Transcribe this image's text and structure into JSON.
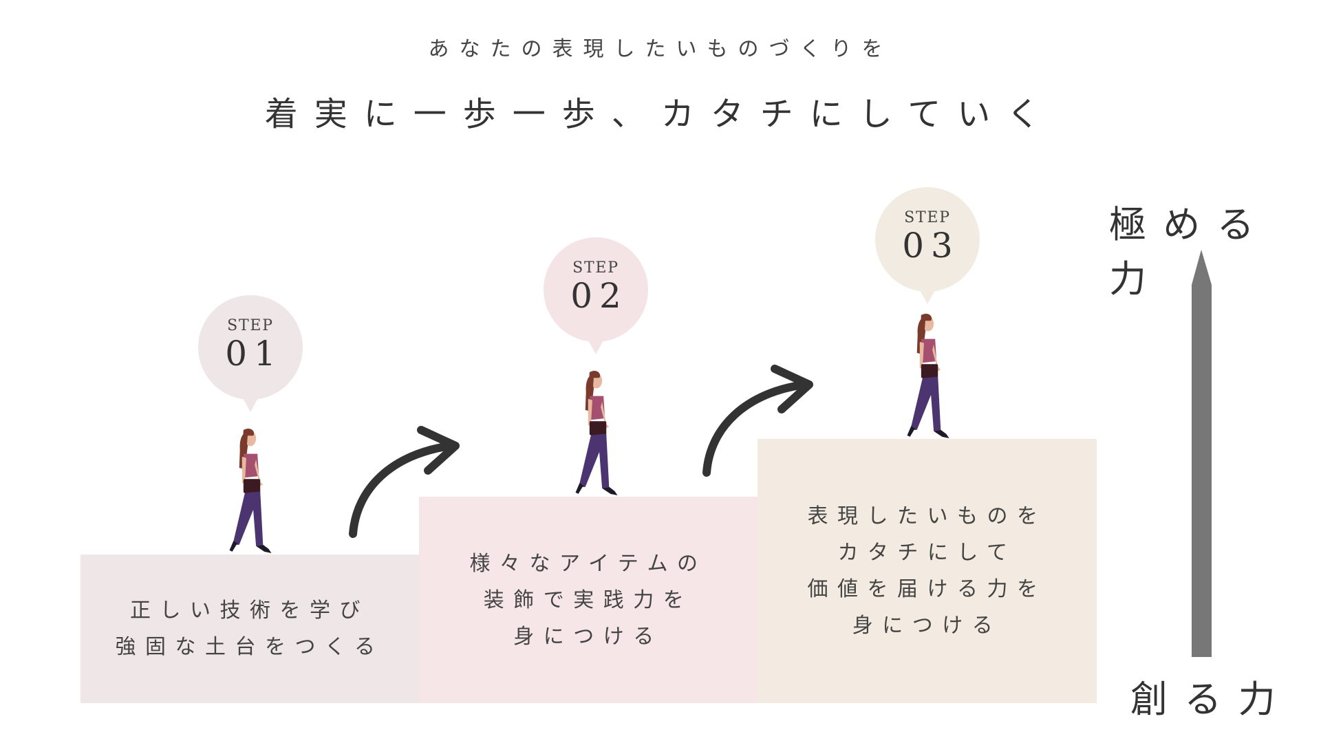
{
  "header": {
    "subtitle": "あなたの表現したいものづくりを",
    "title": "着実に一歩一歩、カタチにしていく"
  },
  "steps": [
    {
      "label": "STEP",
      "number": "01",
      "text": "正しい技術を学び\n強固な土台をつくる",
      "color": "#efe6e8"
    },
    {
      "label": "STEP",
      "number": "02",
      "text": "様々なアイテムの\n装飾で実践力を\n身につける",
      "color": "#f7e6e8"
    },
    {
      "label": "STEP",
      "number": "03",
      "text": "表現したいものを\nカタチにして\n価値を届ける力を\n身につける",
      "color": "#f3ebe1"
    }
  ],
  "scale": {
    "top": "極める力",
    "bottom": "創る力",
    "arrow_color": "#777777"
  }
}
